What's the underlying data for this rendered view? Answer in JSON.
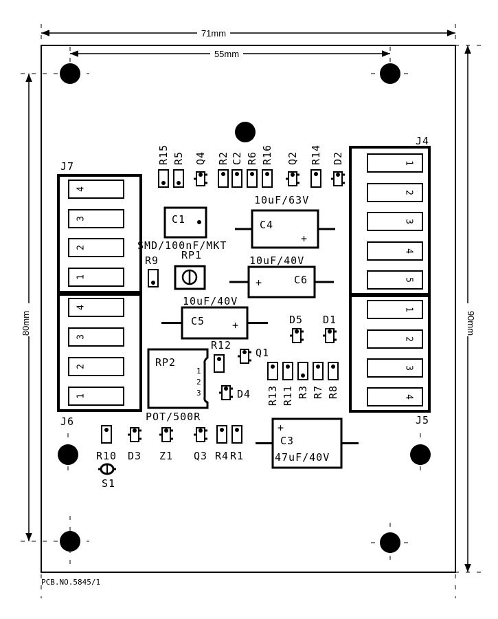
{
  "dimensions": {
    "width_outer": "71mm",
    "width_holes": "55mm",
    "height_holes": "80mm",
    "height_outer": "90mm"
  },
  "pcb_number": "PCB.NO.5845/1",
  "connectors": {
    "j7": {
      "name": "J7",
      "pins": [
        "4",
        "3",
        "2",
        "1"
      ]
    },
    "j6": {
      "name": "J6",
      "pins": [
        "4",
        "3",
        "2",
        "1"
      ]
    },
    "j4": {
      "name": "J4",
      "pins": [
        "1",
        "2",
        "3",
        "4",
        "5"
      ]
    },
    "j5": {
      "name": "J5",
      "pins": [
        "1",
        "2",
        "3",
        "4"
      ]
    }
  },
  "top_row": [
    "R15",
    "R5",
    "Q4",
    "R2",
    "C2",
    "R6",
    "R16",
    "Q2",
    "R14",
    "D2"
  ],
  "components": {
    "c1": {
      "name": "C1",
      "value": "SMD/100nF/MKT"
    },
    "c4": {
      "name": "C4",
      "value": "10uF/63V",
      "polarity": "+"
    },
    "c6": {
      "name": "C6",
      "value": "10uF/40V",
      "polarity": "+"
    },
    "c5": {
      "name": "C5",
      "value": "10uF/40V",
      "polarity": "+"
    },
    "c3": {
      "name": "C3",
      "value": "47uF/40V",
      "polarity": "+"
    },
    "r9": {
      "name": "R9"
    },
    "rp1": {
      "name": "RP1"
    },
    "rp2": {
      "name": "RP2",
      "value": "POT/500R",
      "pins": [
        "1",
        "2",
        "3"
      ]
    },
    "d5": {
      "name": "D5"
    },
    "d1": {
      "name": "D1"
    },
    "r12": {
      "name": "R12"
    },
    "q1": {
      "name": "Q1"
    },
    "d4": {
      "name": "D4"
    },
    "s1": {
      "name": "S1"
    }
  },
  "resistor_bank": [
    "R13",
    "R11",
    "R3",
    "R7",
    "R8"
  ],
  "bottom_row": [
    "R10",
    "D3",
    "Z1",
    "Q3",
    "R4",
    "R1"
  ]
}
